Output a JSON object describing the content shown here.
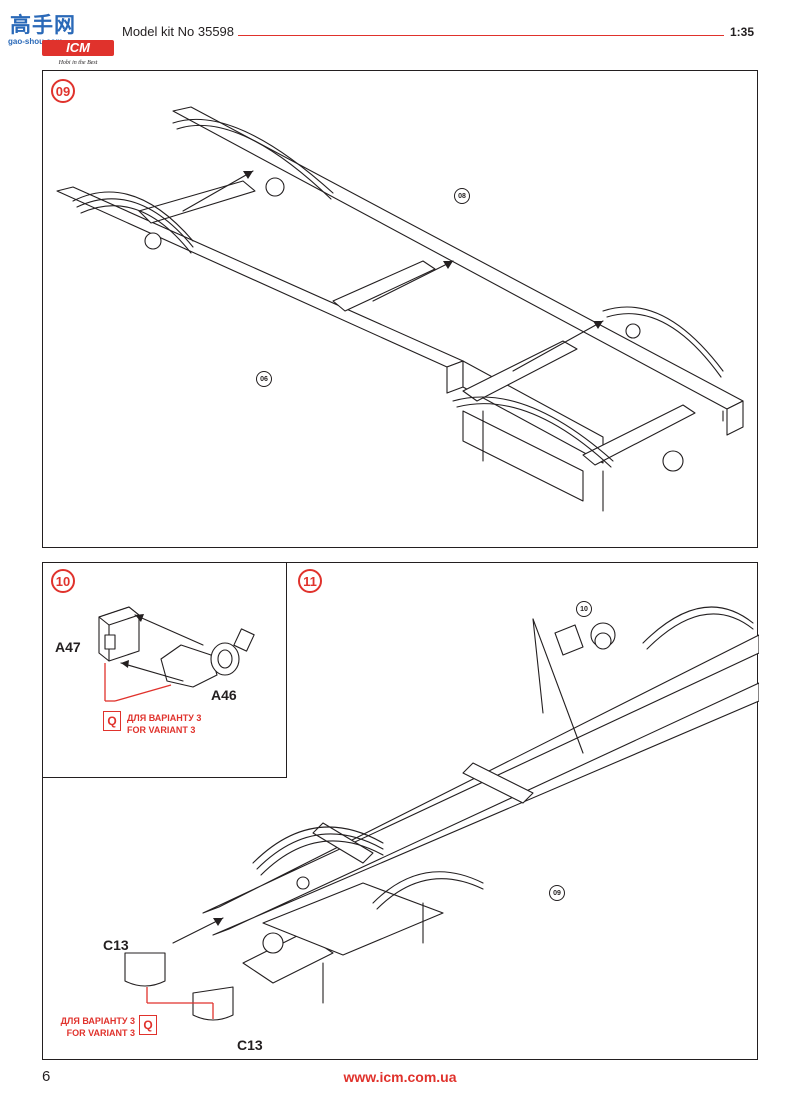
{
  "watermark": {
    "title": "高手网",
    "domain": "gao-shou.com",
    "brand": "ICM",
    "tagline": "Hobi in the Best"
  },
  "header": {
    "title": "Model kit No 35598",
    "scale": "1:35"
  },
  "steps": {
    "s09": {
      "number": "09",
      "callouts": {
        "c1": "08",
        "c2": "06"
      }
    },
    "s10": {
      "number": "10",
      "parts": {
        "p1": "A47",
        "p2": "A46"
      },
      "note": {
        "q": "Q",
        "line1": "ДЛЯ ВАРІАНТУ 3",
        "line2": "FOR VARIANT 3"
      }
    },
    "s11": {
      "number": "11",
      "callouts": {
        "c1": "10",
        "c2": "09"
      },
      "parts": {
        "p1": "C13",
        "p2": "C13"
      },
      "note": {
        "q": "Q",
        "line1": "ДЛЯ ВАРІАНТУ 3",
        "line2": "FOR VARIANT 3"
      }
    }
  },
  "footer": {
    "page": "6",
    "url": "www.icm.com.ua"
  },
  "colors": {
    "accent": "#e0322c",
    "ink": "#231f20",
    "watermark": "#2a69b8"
  }
}
